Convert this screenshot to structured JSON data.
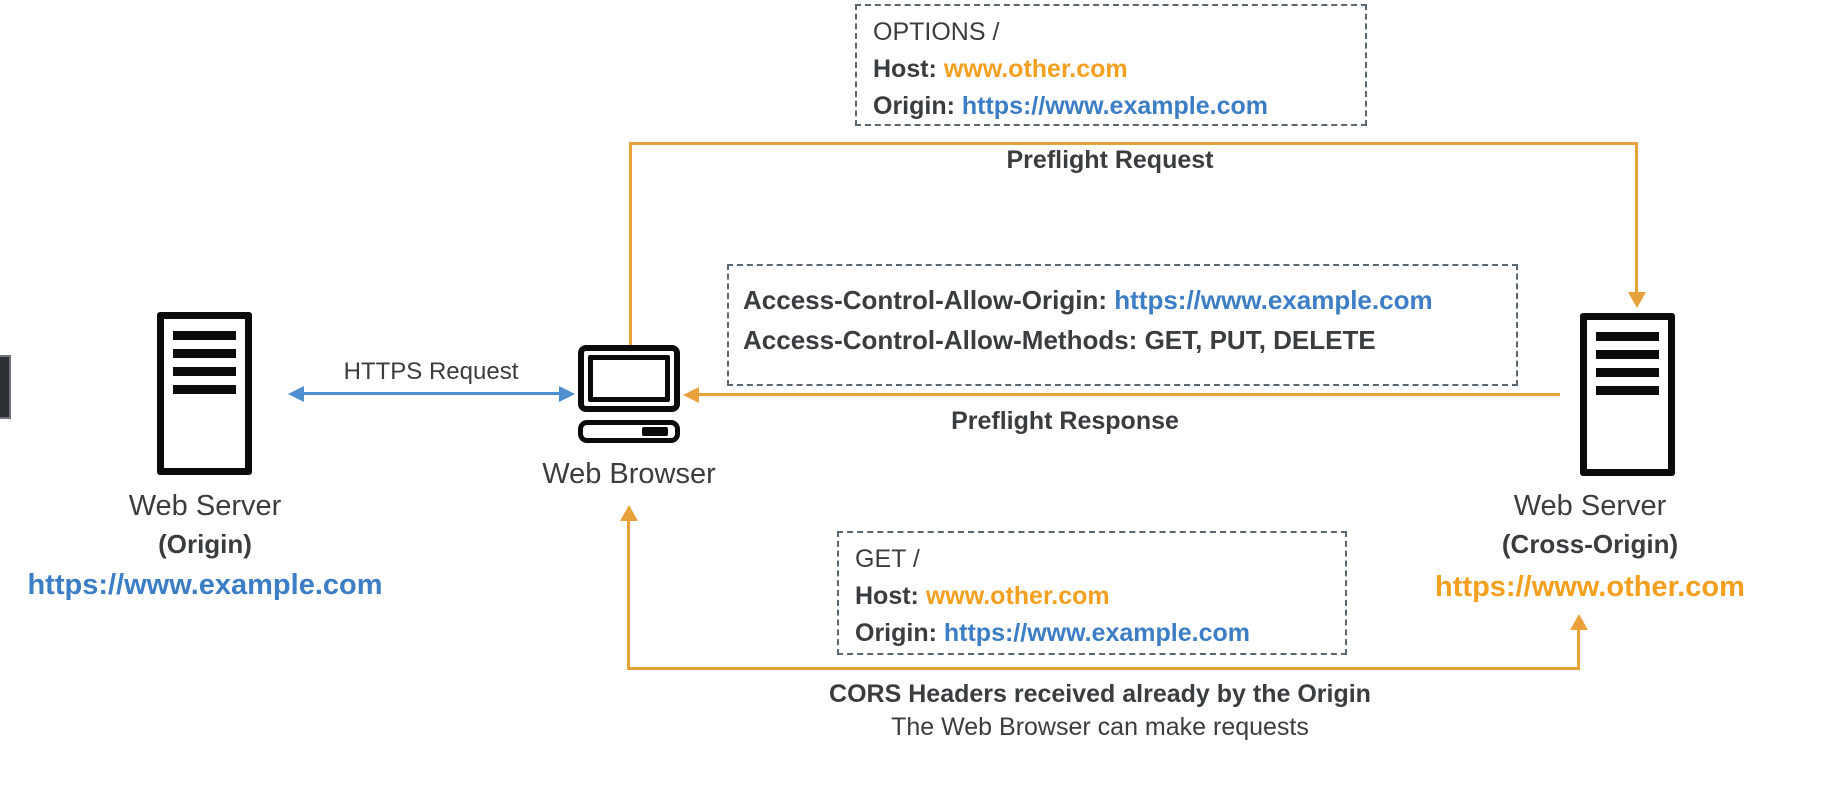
{
  "colors": {
    "orange_text": "#F59F1E",
    "blue_text": "#3B7EC6",
    "arrow_orange": "#E9A23B",
    "arrow_blue": "#4E8FD0",
    "dark_text": "#3A3D3F",
    "dashed_border": "#5B6770"
  },
  "nodes": {
    "origin_server": {
      "name": "Web Server",
      "qualifier": "(Origin)",
      "url": "https://www.example.com"
    },
    "web_browser": {
      "name": "Web Browser"
    },
    "cross_origin_server": {
      "name": "Web Server",
      "qualifier": "(Cross-Origin)",
      "url": "https://www.other.com"
    }
  },
  "connections": {
    "https_request": {
      "label": "HTTPS Request"
    },
    "preflight_request": {
      "label": "Preflight Request"
    },
    "preflight_response": {
      "label": "Preflight Response"
    },
    "actual_request": {
      "label_line1": "CORS Headers received already by the Origin",
      "label_line2": "The Web Browser can make requests"
    }
  },
  "message_boxes": {
    "preflight_request": {
      "line1": "OPTIONS /",
      "line2_key": "Host: ",
      "line2_value": "www.other.com",
      "line3_key": "Origin: ",
      "line3_value": "https://www.example.com"
    },
    "preflight_response": {
      "line1_key": "Access-Control-Allow-Origin: ",
      "line1_value": "https://www.example.com",
      "line2": "Access-Control-Allow-Methods: GET, PUT, DELETE"
    },
    "actual_request": {
      "line1": "GET /",
      "line2_key": "Host: ",
      "line2_value": "www.other.com",
      "line3_key": "Origin: ",
      "line3_value": "https://www.example.com"
    }
  }
}
